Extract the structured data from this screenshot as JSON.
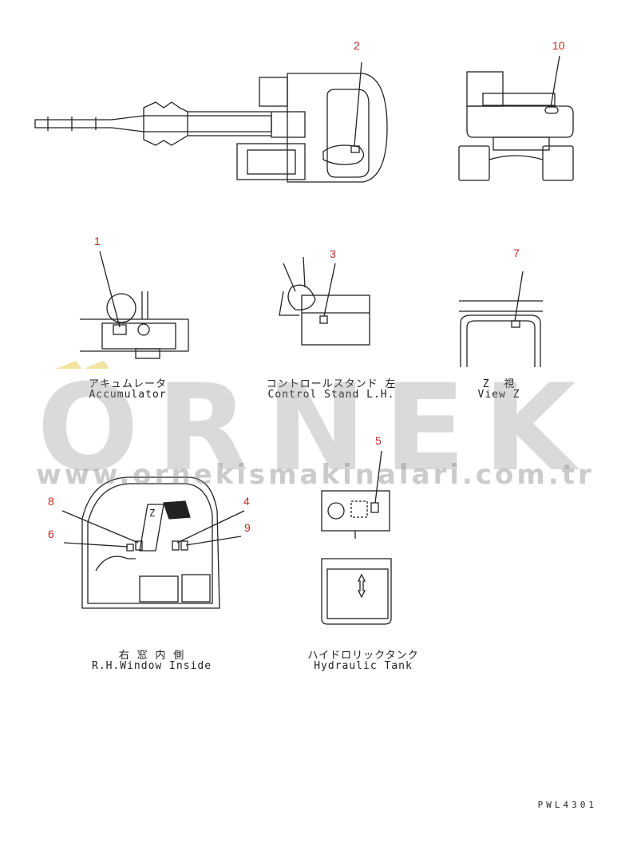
{
  "callouts": [
    "1",
    "2",
    "3",
    "4",
    "5",
    "6",
    "7",
    "8",
    "9",
    "10"
  ],
  "captions": {
    "accumulator_jp": "アキュムレータ",
    "accumulator_en": "Accumulator",
    "control_stand_jp": "コントロールスタンド 左",
    "control_stand_en": "Control Stand L.H.",
    "view_z_jp": "Z  視",
    "view_z_en": "View Z",
    "window_jp": "右 窓 内 側",
    "window_en": "R.H.Window Inside",
    "tank_jp": "ハイドロリックタンク",
    "tank_en": "Hydraulic Tank"
  },
  "view_letter": "Z",
  "drawing_code": "PWL4301",
  "watermark": {
    "brand": "ORNEK",
    "url": "www.ornekismakinalari.com.tr"
  },
  "colors": {
    "callout": "#c62828",
    "line": "#222222",
    "watermark": "#8c8c8c",
    "wm_accent": "#f2e2a0"
  }
}
